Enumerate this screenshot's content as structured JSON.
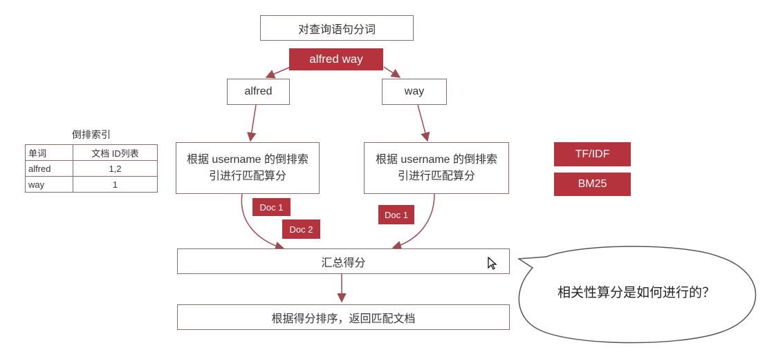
{
  "flow": {
    "tokenize_label": "对查询语句分词",
    "query_tag": "alfred way",
    "term_left": "alfred",
    "term_right": "way",
    "match_left": "根据 username 的倒排索引进行匹配算分",
    "match_right": "根据 username 的倒排索引进行匹配算分",
    "doc_left_1": "Doc 1",
    "doc_left_2": "Doc 2",
    "doc_right_1": "Doc 1",
    "aggregate_label": "汇总得分",
    "sort_label": "根据得分排序，返回匹配文档"
  },
  "algorithms": [
    "TF/IDF",
    "BM25"
  ],
  "inverted_index": {
    "title": "倒排索引",
    "headers": [
      "单词",
      "文档 ID列表"
    ],
    "rows": [
      [
        "alfred",
        "1,2"
      ],
      [
        "way",
        "1"
      ]
    ]
  },
  "callout": {
    "text": "相关性算分是如何进行的？"
  },
  "colors": {
    "accent": "#b5333d",
    "border": "#8c6a6a",
    "arrow": "#a0494f"
  }
}
